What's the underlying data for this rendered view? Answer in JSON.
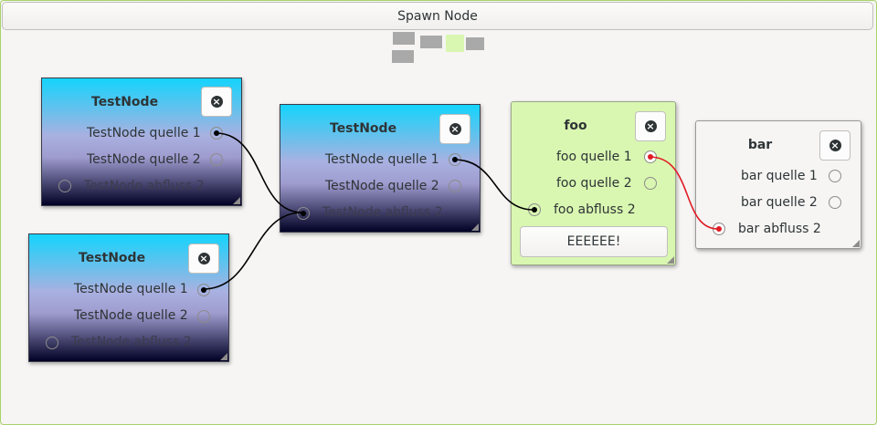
{
  "toolbar": {
    "spawn_label": "Spawn Node"
  },
  "nodes": {
    "tn1": {
      "title": "TestNode",
      "out1": "TestNode quelle 1",
      "out2": "TestNode quelle 2",
      "in1": "TestNode abfluss 2"
    },
    "tn2": {
      "title": "TestNode",
      "out1": "TestNode quelle 1",
      "out2": "TestNode quelle 2",
      "in1": "TestNode abfluss 2"
    },
    "tn3": {
      "title": "TestNode",
      "out1": "TestNode quelle 1",
      "out2": "TestNode quelle 2",
      "in1": "TestNode abfluss 2"
    },
    "foo": {
      "title": "foo",
      "out1": "foo quelle 1",
      "out2": "foo quelle 2",
      "in1": "foo abfluss 2",
      "button": "EEEEEE!"
    },
    "bar": {
      "title": "bar",
      "out1": "bar quelle 1",
      "out2": "bar quelle 2",
      "in1": "bar abfluss 2"
    }
  },
  "icons": {
    "close": "close-icon",
    "resize": "resize-grip-icon"
  },
  "colors": {
    "testnode_gradient_top": "#14d4fc",
    "testnode_gradient_bottom": "#000024",
    "foo_background": "#d9f7b1",
    "bar_background": "#f6f5f4",
    "wire_default": "#000000",
    "wire_active": "#e01b24"
  }
}
